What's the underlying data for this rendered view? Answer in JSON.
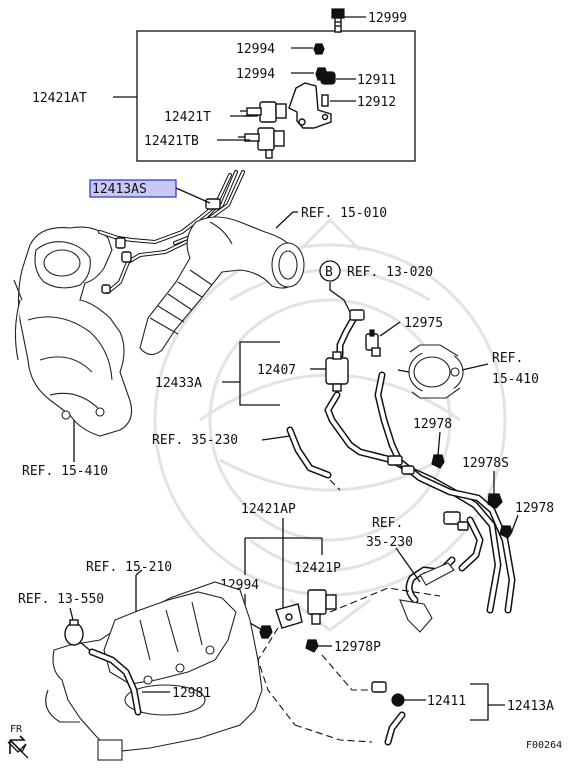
{
  "diagram_id": "F00264",
  "direction_label": "FR",
  "callouts": {
    "bolt_top": "12999",
    "nut_upper": "12994",
    "nut_lower": "12994",
    "bushing": "12911",
    "clip": "12912",
    "assembly_at": "12421AT",
    "valve_t": "12421T",
    "valve_tb": "12421TB",
    "hose_assembly_as": "12413AS",
    "ref_15_010": "REF. 15-010",
    "ref_13_020": "REF. 13-020",
    "circle_b": "B",
    "clamp_12975": "12975",
    "ref_15_410_right": "REF.\n15-410",
    "hose_12433a": "12433A",
    "filter_12407": "12407",
    "ref_35_230_mid": "REF. 35-230",
    "clip_12978_a": "12978",
    "clip_12978s": "12978S",
    "clip_12978_b": "12978",
    "ref_15_410_left": "REF. 15-410",
    "valve_ap": "12421AP",
    "ref_35_230_right": "REF.\n35-230",
    "ref_15_210": "REF. 15-210",
    "ref_13_550": "REF. 13-550",
    "nut_12994_low": "12994",
    "valve_p": "12421P",
    "clip_12978p": "12978P",
    "hose_12981": "12981",
    "hose_12411": "12411",
    "hose_12413a": "12413A"
  }
}
